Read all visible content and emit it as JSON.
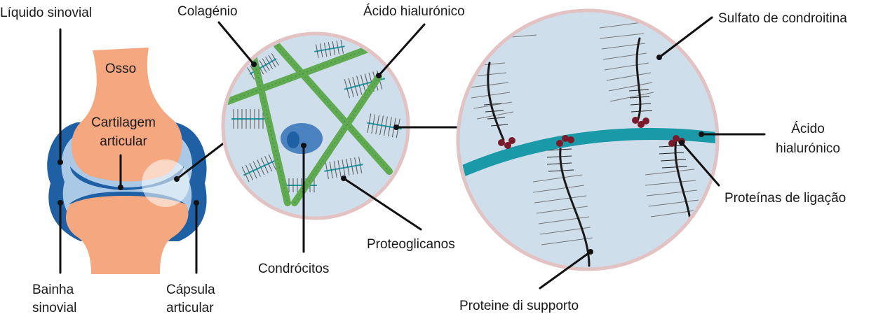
{
  "labels": {
    "liquido_sinovial": "Líquido sinovial",
    "osso": "Osso",
    "cartilagem_line1": "Cartilagem",
    "cartilagem_line2": "articular",
    "bainha_line1": "Bainha",
    "bainha_line2": "sinovial",
    "capsula_line1": "Cápsula",
    "capsula_line2": "articular",
    "colagenio": "Colagénio",
    "acido_hialuronico_top": "Ácido hialurónico",
    "condrocitos": "Condrócitos",
    "proteoglicanos": "Proteoglicanos",
    "sulfato": "Sulfato de condroitina",
    "acido_line1": "Ácido",
    "acido_line2": "hialurónico",
    "proteinas_ligacao": "Proteínas de ligação",
    "proteine_supporto": "Proteine di supporto"
  },
  "colors": {
    "bone": "#f5a77f",
    "capsule": "#1f5fa3",
    "synovial_fluid": "#a9c9e6",
    "circle_fill": "#cfdeeb",
    "circle_border": "#e3c2c4",
    "collagen": "#5aa84a",
    "hyaluronic": "#1a9aa8",
    "link_protein": "#7a1b2c",
    "chondrocyte": "#4a83c0"
  }
}
